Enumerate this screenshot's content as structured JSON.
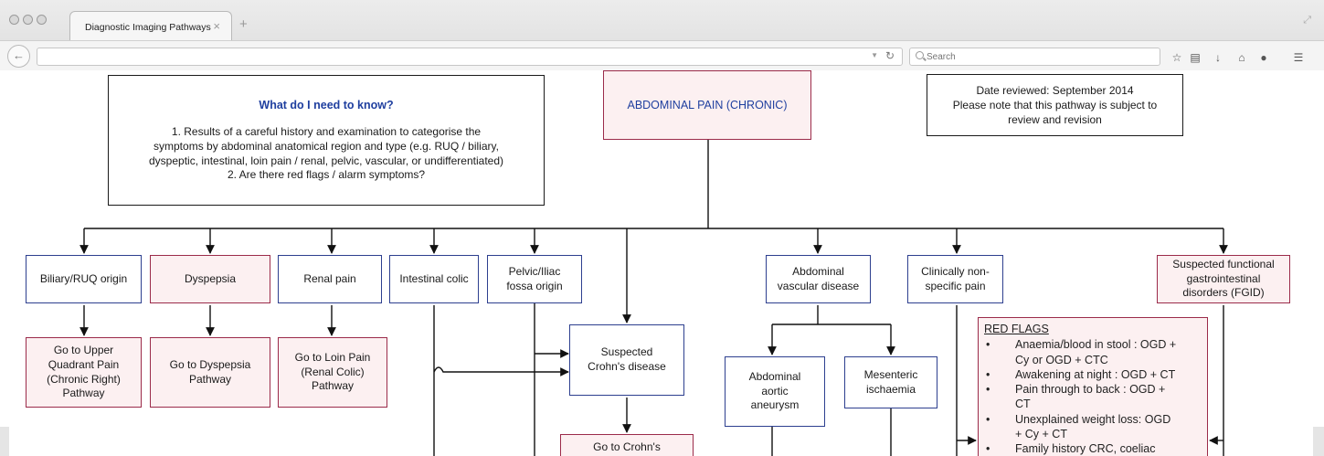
{
  "browser": {
    "tab_title": "Diagnostic Imaging Pathways",
    "tab_close": "×",
    "new_tab": "+",
    "search_placeholder": "Search",
    "icons": [
      "back-icon",
      "url-dropdown-icon",
      "reload-icon",
      "search-icon",
      "bookmark-star-icon",
      "reading-list-icon",
      "download-icon",
      "home-icon",
      "sync-icon",
      "menu-icon",
      "window-resize-icon"
    ]
  },
  "diagram": {
    "colors": {
      "blue_border": "#2d3f8f",
      "red_border": "#9b2b4a",
      "red_fill": "#fcf0f1",
      "title_blue": "#1f3f9f"
    },
    "know": {
      "title": "What do I need to know?",
      "lines": [
        "1. Results of a careful history and examination to categorise the",
        "symptoms by abdominal anatomical region and type (e.g. RUQ / biliary,",
        "dyspeptic, intestinal, loin pain / renal, pelvic, vascular, or undifferentiated)",
        "2. Are there red flags / alarm symptoms?"
      ]
    },
    "main_title": "ABDOMINAL PAIN (CHRONIC)",
    "date": {
      "lines": [
        "Date reviewed: September 2014",
        "Please note that this pathway is subject to",
        "review and revision"
      ]
    },
    "categories": {
      "biliary": "Biliary/RUQ origin",
      "dyspepsia": "Dyspepsia",
      "renal": "Renal pain",
      "intestinal": "Intestinal colic",
      "pelvic": [
        "Pelvic/Iliac",
        "fossa origin"
      ],
      "vascular": [
        "Abdominal",
        "vascular disease"
      ],
      "nonspecific": [
        "Clinically non-",
        "specific pain"
      ],
      "fgid": [
        "Suspected functional",
        "gastrointestinal",
        "disorders (FGID)"
      ]
    },
    "goto": {
      "upper_quadrant": [
        "Go to Upper",
        "Quadrant Pain",
        "(Chronic Right)",
        "Pathway"
      ],
      "dyspepsia": [
        "Go to Dyspepsia",
        "Pathway"
      ],
      "loin_pain": [
        "Go to Loin Pain",
        "(Renal Colic)",
        "Pathway"
      ],
      "crohns": [
        "Go to Crohn's"
      ]
    },
    "crohns_box": [
      "Suspected",
      "Crohn's disease"
    ],
    "aaa_box": [
      "Abdominal",
      "aortic",
      "aneurysm"
    ],
    "mesenteric_box": [
      "Mesenteric",
      "ischaemia"
    ],
    "red_flags": {
      "title": "RED FLAGS",
      "items": [
        [
          "Anaemia/blood in stool : OGD +",
          "Cy or OGD + CTC"
        ],
        [
          "Awakening at night : OGD + CT"
        ],
        [
          "Pain through to back : OGD +",
          "CT"
        ],
        [
          "Unexplained weight loss: OGD",
          "+ Cy + CT"
        ],
        [
          "Family history CRC, coeliac"
        ]
      ]
    }
  }
}
